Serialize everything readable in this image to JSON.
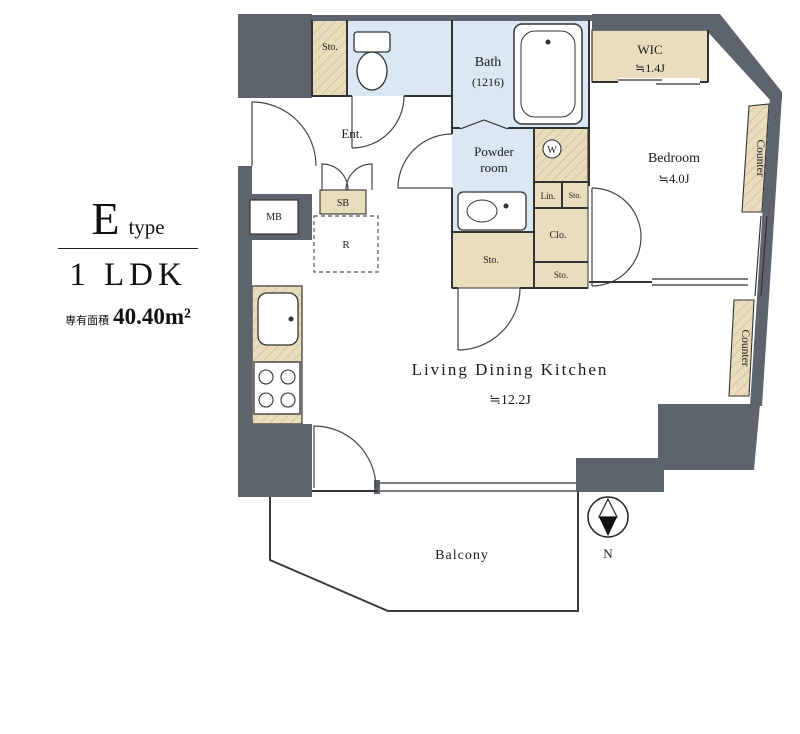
{
  "panel": {
    "type_main": "E",
    "type_sub": "type",
    "layout": "1 LDK",
    "area_label": "専有面積",
    "area_value": "40.40m²"
  },
  "plan": {
    "rooms": {
      "sto_upper": {
        "name": "Sto."
      },
      "bath": {
        "name": "Bath",
        "size": "(1216)"
      },
      "wic": {
        "name": "WIC",
        "size": "≒1.4J"
      },
      "bedroom": {
        "name": "Bedroom",
        "size": "≒4.0J"
      },
      "entrance": {
        "name": "Ent."
      },
      "powder": {
        "name_line1": "Powder",
        "name_line2": "room"
      },
      "washer": {
        "name": "W"
      },
      "linen": {
        "name": "Lin."
      },
      "sto_top": {
        "name": "Sto."
      },
      "closet": {
        "name": "Clo."
      },
      "sto_mid": {
        "name": "Sto."
      },
      "sto_bottom": {
        "name": "Sto."
      },
      "shoe_box": {
        "name": "SB"
      },
      "meter_box": {
        "name": "MB"
      },
      "refrigerator": {
        "name": "R"
      },
      "ldk": {
        "name": "Living Dining Kitchen",
        "size": "≒12.2J"
      },
      "counter_upper": {
        "name": "Counter"
      },
      "counter_lower": {
        "name": "Counter"
      },
      "balcony": {
        "name": "Balcony"
      }
    },
    "compass": {
      "label": "N"
    }
  },
  "colors": {
    "wall": "#5d646e",
    "wet_area": "#dbe8f3",
    "storage": "#e9ddbd",
    "hatch_line": "#cdbd92",
    "outline": "#333333"
  }
}
